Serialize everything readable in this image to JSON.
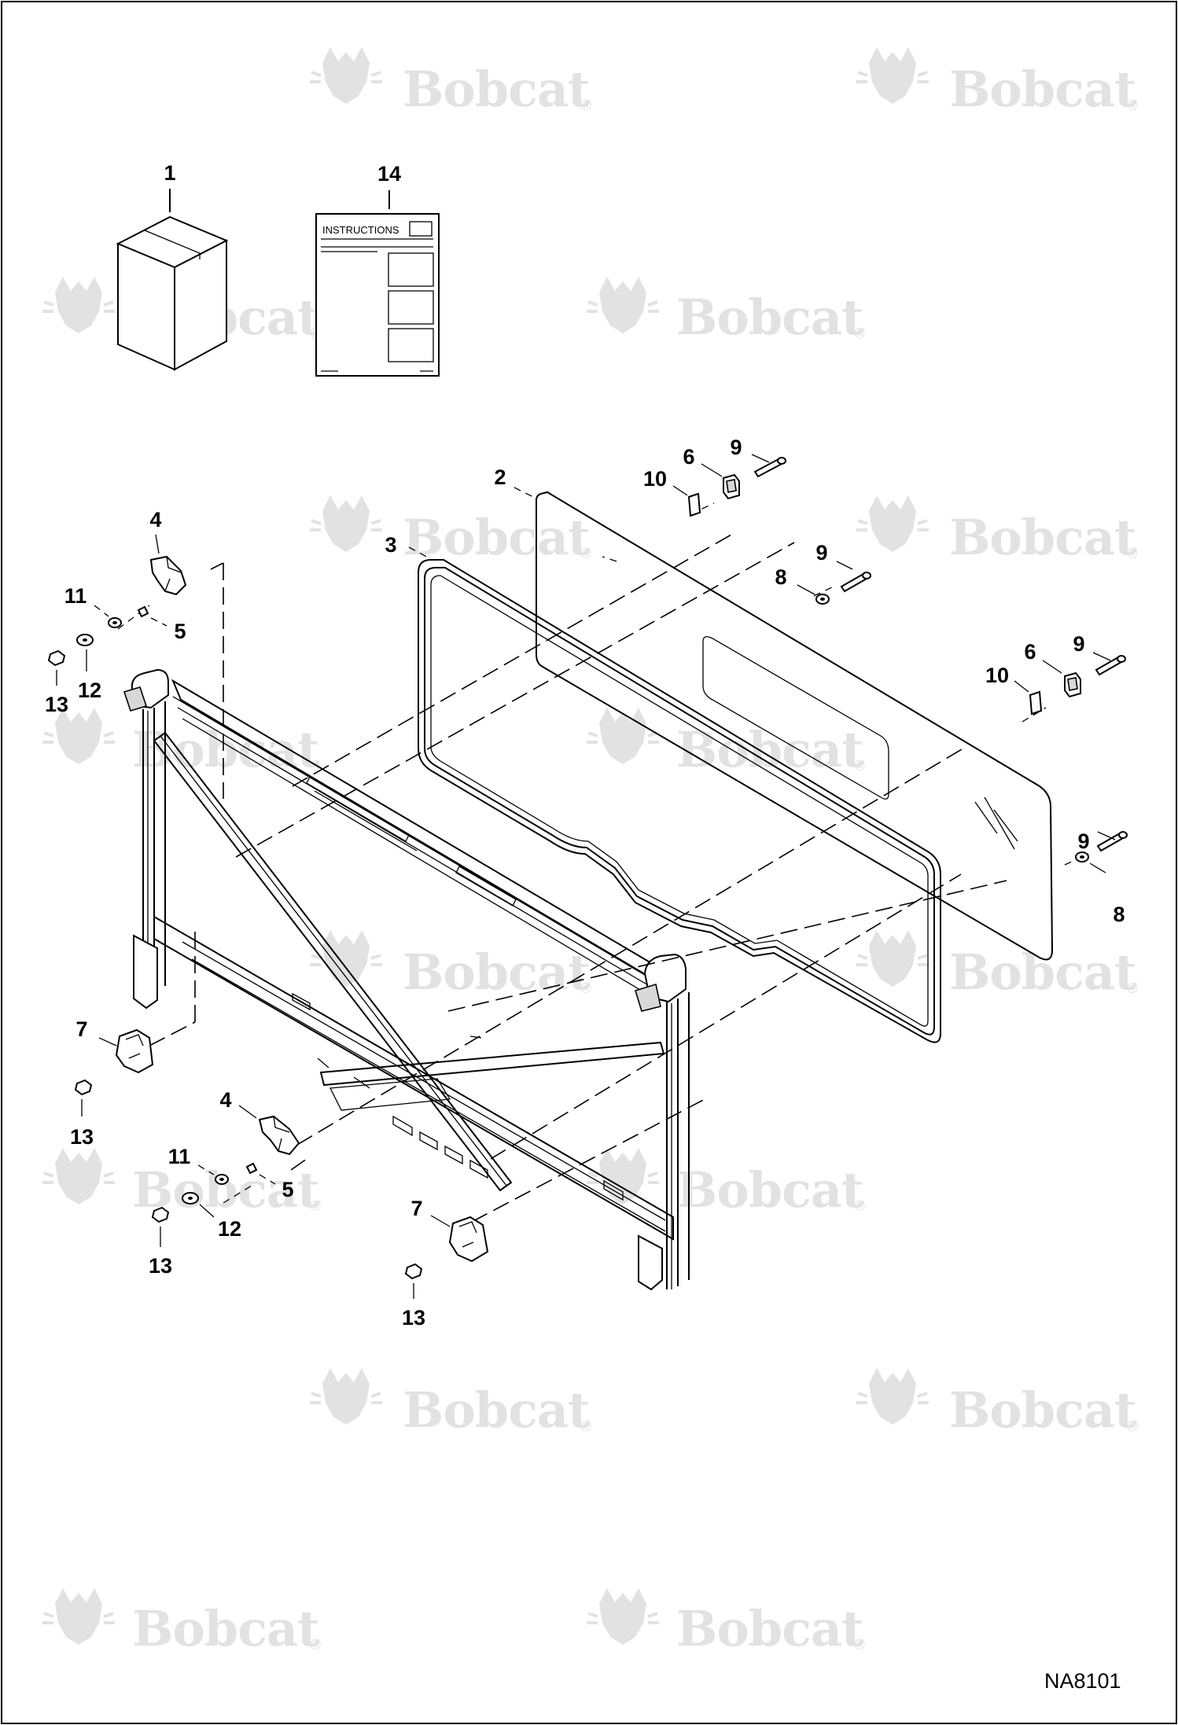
{
  "watermark": {
    "text": "Bobcat",
    "registered": "®"
  },
  "instruction_sheet": {
    "header": "INSTRUCTIONS"
  },
  "callouts": {
    "c1": "1",
    "c14": "14",
    "c2": "2",
    "c3": "3",
    "c4a": "4",
    "c4b": "4",
    "c5a": "5",
    "c5b": "5",
    "c6a": "6",
    "c6b": "6",
    "c7a": "7",
    "c7b": "7",
    "c8a": "8",
    "c8b": "8",
    "c9a": "9",
    "c9b": "9",
    "c9c": "9",
    "c9d": "9",
    "c10a": "10",
    "c10b": "10",
    "c11a": "11",
    "c11b": "11",
    "c12a": "12",
    "c12b": "12",
    "c13a": "13",
    "c13b": "13",
    "c13c": "13",
    "c13d": "13"
  },
  "drawing_ref": "NA8101"
}
